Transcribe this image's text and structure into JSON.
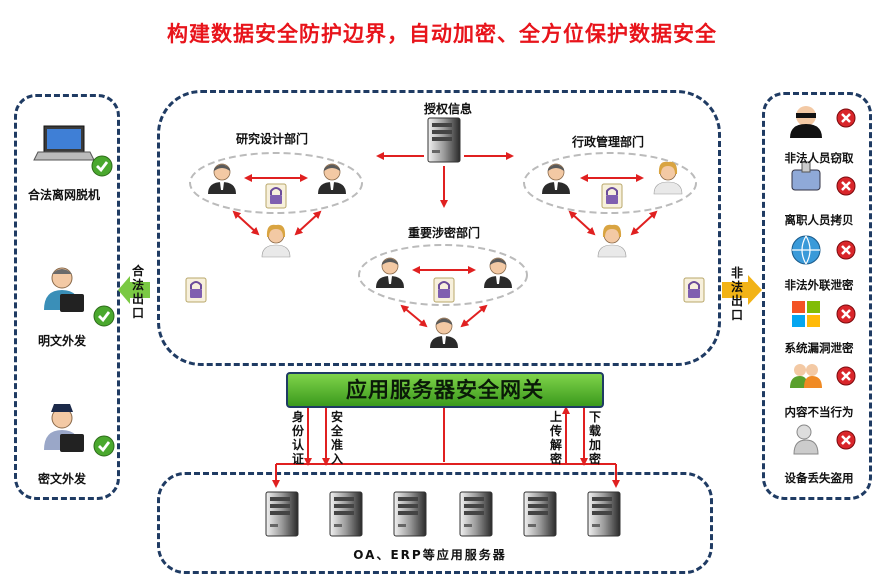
{
  "title": "构建数据安全防护边界，自动加密、全方位保护数据安全",
  "left_panel": {
    "items": [
      {
        "label": "合法离网脱机"
      },
      {
        "label": "明文外发"
      },
      {
        "label": "密文外发"
      }
    ]
  },
  "center_panel": {
    "auth_server_label": "授权信息",
    "dept_rd": "研究设计部门",
    "dept_admin": "行政管理部门",
    "dept_secret": "重要涉密部门",
    "legal_exit": "合法出口",
    "illegal_exit": "非法出口"
  },
  "gateway_label": "应用服务器安全网关",
  "flows": {
    "identity_auth": "身份认证",
    "secure_access": "安全准入",
    "upload_decrypt": "上传解密",
    "download_encrypt": "下载加密"
  },
  "bottom_label": "OA、ERP等应用服务器",
  "right_panel": {
    "items": [
      {
        "label": "非法人员窃取"
      },
      {
        "label": "离职人员拷贝"
      },
      {
        "label": "非法外联泄密"
      },
      {
        "label": "系统漏洞泄密"
      },
      {
        "label": "内容不当行为"
      },
      {
        "label": "设备丢失盗用"
      }
    ]
  },
  "colors": {
    "title": "#e8141b",
    "border": "#1f3b63",
    "gateway": "#4caf28",
    "arrow": "#e02020",
    "exit_arrow": "#f2b316"
  }
}
